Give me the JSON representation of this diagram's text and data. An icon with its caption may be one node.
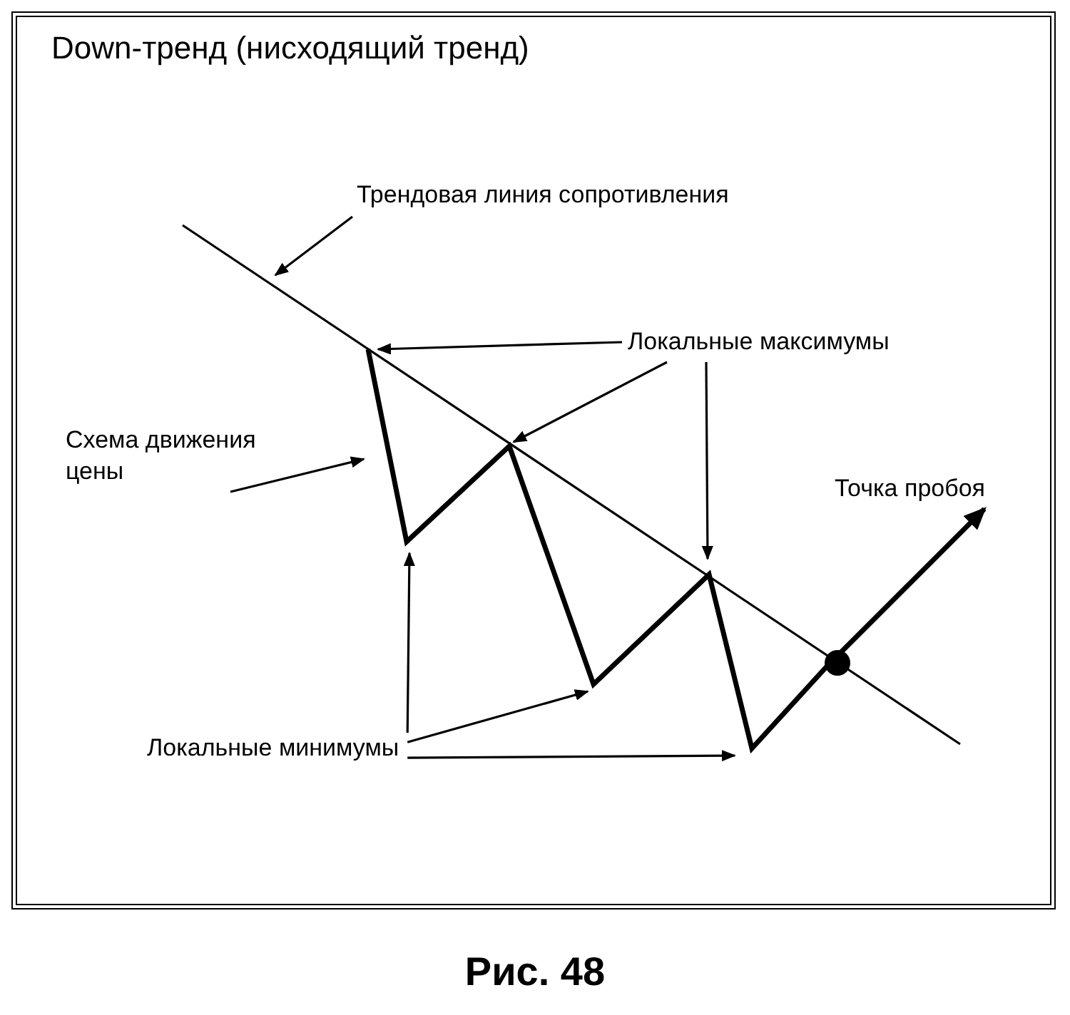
{
  "diagram": {
    "title": "Down-тренд (нисходящий тренд)",
    "caption": "Рис. 48",
    "nodes": [
      {
        "text": [
          "Трендовая линия сопротивления"
        ]
      },
      {
        "text": [
          "Локальные максимумы"
        ]
      },
      {
        "text": [
          "Схема движения цены"
        ]
      },
      {
        "text": [
          "Локальные минимумы"
        ]
      }
    ],
    "edges": [
      {
        "from": 0,
        "to": null,
        "arrow": "to"
      },
      {
        "from": 1,
        "to": null,
        "arrow": "to"
      },
      {
        "from": 1,
        "to": null,
        "arrow": "to"
      },
      {
        "from": 1,
        "to": null,
        "arrow": "to"
      },
      {
        "from": 2,
        "to": null,
        "arrow": "to"
      },
      {
        "from": 3,
        "to": null,
        "arrow": "to"
      },
      {
        "from": 3,
        "to": null,
        "arrow": "to"
      },
      {
        "from": 3,
        "to": null,
        "arrow": "to"
      }
    ],
    "labels": [
      "Точка пробоя"
    ]
  }
}
